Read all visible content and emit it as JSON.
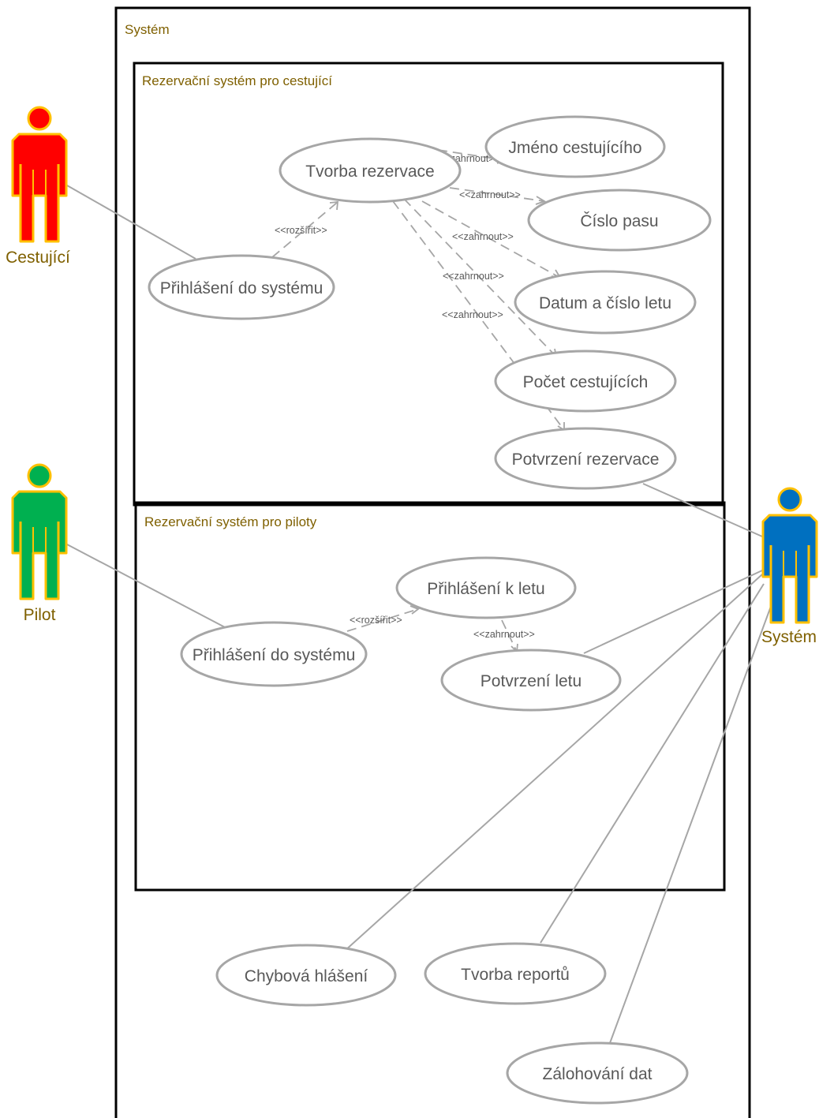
{
  "frames": {
    "system": "Systém",
    "passengers": "Rezervační systém pro cestující",
    "pilots": "Rezervační systém pro piloty"
  },
  "actors": {
    "passenger": {
      "label": "Cestující",
      "color": "#ff0000"
    },
    "pilot": {
      "label": "Pilot",
      "color": "#00b050"
    },
    "system": {
      "label": "Systém",
      "color": "#0070c0"
    },
    "outline_color": "#ffc000"
  },
  "use_cases": {
    "tvorba_rezervace": "Tvorba rezervace",
    "jmeno_cestujiciho": "Jméno cestujícího",
    "cislo_pasu": "Číslo pasu",
    "prihlaseni_cestujici": "Přihlášení do systému",
    "datum_cislo_letu": "Datum a číslo letu",
    "pocet_cestujicich": "Počet cestujících",
    "potvrzeni_rezervace": "Potvrzení rezervace",
    "prihlaseni_k_letu": "Přihlášení k letu",
    "prihlaseni_pilot": "Přihlášení do systému",
    "potvrzeni_letu": "Potvrzení letu",
    "chybova_hlaseni": "Chybová hlášení",
    "tvorba_reportu": "Tvorba reportů",
    "zalohovani_dat": "Zálohování dat"
  },
  "relations": {
    "include": "<<zahrnout>>",
    "extend": "<<rozšířit>>"
  }
}
